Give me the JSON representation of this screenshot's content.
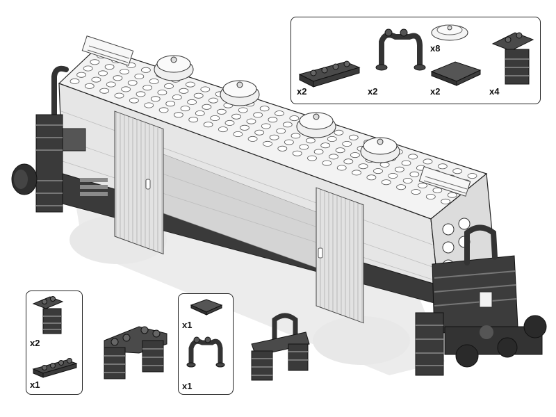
{
  "colors": {
    "body_light": "#ebebeb",
    "body_mid": "#d2d2d2",
    "part_dark": "#4a4a4a",
    "part_darker": "#2e2e2e",
    "outline": "#222222",
    "shadow": "#e6e6e6"
  },
  "parts_box_top": {
    "items": [
      {
        "name": "plate-1x4-dark",
        "icon": "plate-1x4-icon",
        "qty": "x2"
      },
      {
        "name": "bar-handle-arch",
        "icon": "bar-handle-icon",
        "qty": "x2"
      },
      {
        "name": "round-dish-light",
        "icon": "round-dish-icon",
        "qty": "x8"
      },
      {
        "name": "tile-2x2-dark",
        "icon": "tile-2x2-icon",
        "qty": "x2"
      },
      {
        "name": "ladder-bracket",
        "icon": "ladder-bracket-icon",
        "qty": "x4"
      }
    ]
  },
  "parts_box_left": {
    "items": [
      {
        "name": "ladder-bracket",
        "icon": "ladder-bracket-icon",
        "qty": "x2"
      },
      {
        "name": "plate-1x4-dark",
        "icon": "plate-1x4-icon",
        "qty": "x1"
      }
    ]
  },
  "parts_box_mid": {
    "items": [
      {
        "name": "tile-2x2-dark",
        "icon": "tile-2x2-icon",
        "qty": "x1"
      },
      {
        "name": "bar-handle-arch",
        "icon": "bar-handle-icon",
        "qty": "x1"
      }
    ]
  }
}
